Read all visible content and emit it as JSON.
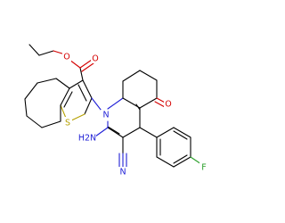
{
  "atoms": [
    {
      "id": "O_carbonyl_ester",
      "text": "O",
      "color": "#d40000"
    },
    {
      "id": "O_ether_ester",
      "text": "O",
      "color": "#d40000"
    },
    {
      "id": "S_thiophene",
      "text": "S",
      "color": "#b5a000"
    },
    {
      "id": "N_ring",
      "text": "N",
      "color": "#1f1fd6"
    },
    {
      "id": "O_ketone",
      "text": "O",
      "color": "#d40000"
    },
    {
      "id": "NH2_amino",
      "text": "H2N",
      "color": "#1f1fd6"
    },
    {
      "id": "N_nitrile",
      "text": "N",
      "color": "#1f1fd6"
    },
    {
      "id": "F_fluoro",
      "text": "F",
      "color": "#2ca02c"
    }
  ]
}
